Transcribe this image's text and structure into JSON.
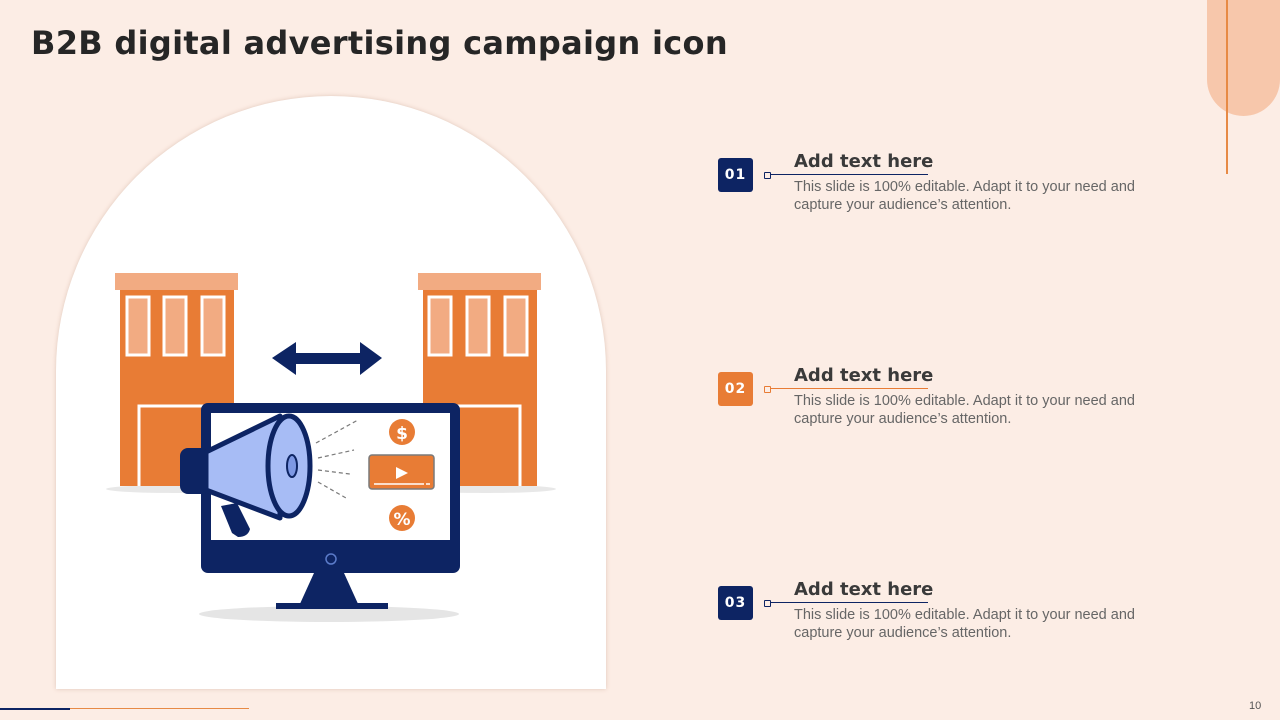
{
  "slide": {
    "title": "B2B digital advertising campaign icon",
    "page_number": "10"
  },
  "colors": {
    "background": "#fcede5",
    "navy": "#0d2463",
    "orange": "#e87c35",
    "light_orange": "#f2ab82",
    "peach": "#f7c7ab",
    "megaphone_blue": "#a7bcf5"
  },
  "items": [
    {
      "number": "01",
      "heading": "Add text here",
      "text": "This slide is 100% editable. Adapt it to your need and capture your audience’s attention."
    },
    {
      "number": "02",
      "heading": "Add text here",
      "text": "This slide is 100% editable. Adapt it to your need and capture your audience’s attention."
    },
    {
      "number": "03",
      "heading": "Add text here",
      "text": "This slide is 100% editable. Adapt it to your need and capture your audience’s attention."
    }
  ],
  "illustration": {
    "name": "b2b-digital-advertising-icon",
    "monitor_symbols": {
      "dollar": "$",
      "percent": "%"
    }
  }
}
